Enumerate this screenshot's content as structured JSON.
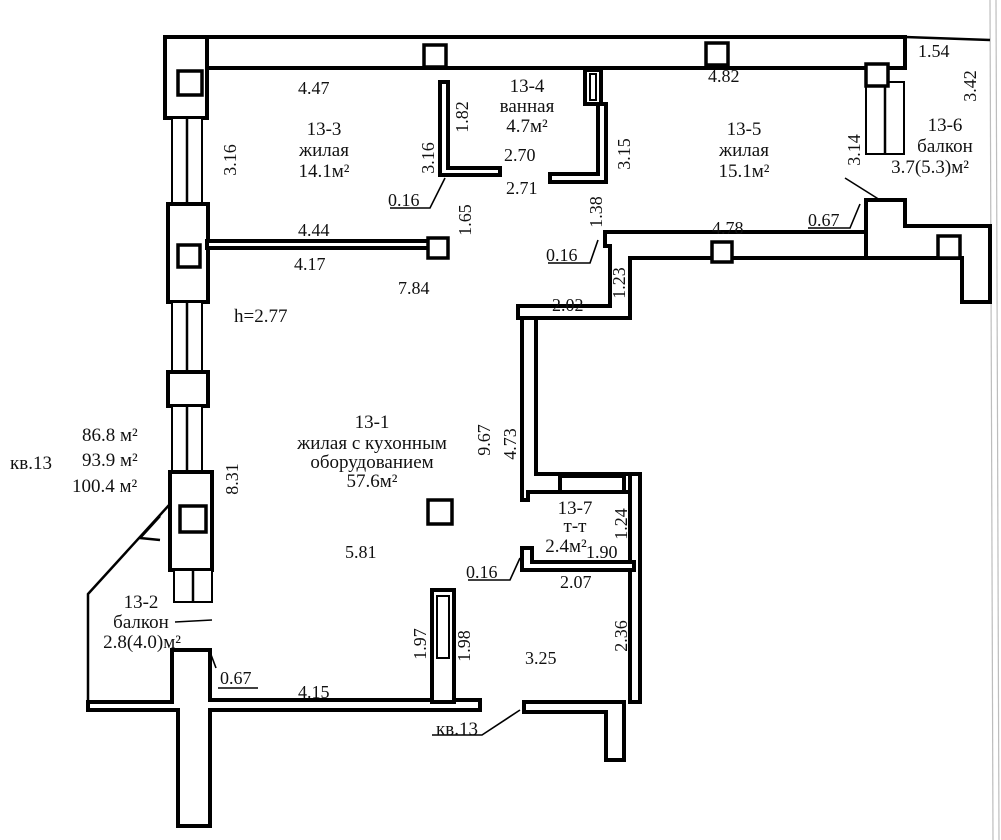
{
  "apartment": {
    "label": "кв.13",
    "areas": [
      "86.8 м²",
      "93.9 м²",
      "100.4 м²"
    ],
    "entrance_label": "кв.13",
    "height_label": "h=2.77"
  },
  "rooms": {
    "r13_1": {
      "id": "13-1",
      "line1": "жилая с кухонным",
      "line2": "оборудованием",
      "area": "57.6м²"
    },
    "r13_2": {
      "id": "13-2",
      "name": "балкон",
      "area": "2.8(4.0)м²"
    },
    "r13_3": {
      "id": "13-3",
      "name": "жилая",
      "area": "14.1м²"
    },
    "r13_4": {
      "id": "13-4",
      "name": "ванная",
      "area": "4.7м²"
    },
    "r13_5": {
      "id": "13-5",
      "name": "жилая",
      "area": "15.1м²"
    },
    "r13_6": {
      "id": "13-6",
      "name": "балкон",
      "area": "3.7(5.3)м²"
    },
    "r13_7": {
      "id": "13-7",
      "name": "т-т",
      "area": "2.4м²"
    }
  },
  "dimensions": {
    "d447": "4.47",
    "d482": "4.82",
    "d154": "1.54",
    "d342": "3.42",
    "d316a": "3.16",
    "d316b": "3.16",
    "d182": "1.82",
    "d270": "2.70",
    "d315": "3.15",
    "d271": "2.71",
    "d314": "3.14",
    "d016a": "0.16",
    "d165": "1.65",
    "d138": "1.38",
    "d444": "4.44",
    "d417": "4.17",
    "d016b": "0.16",
    "d478": "4.78",
    "d067a": "0.67",
    "d123": "1.23",
    "d784": "7.84",
    "d202": "2.02",
    "d967": "9.67",
    "d473": "4.73",
    "d831": "8.31",
    "d124": "1.24",
    "d190": "1.90",
    "d581": "5.81",
    "d016c": "0.16",
    "d207": "2.07",
    "d236": "2.36",
    "d197": "1.97",
    "d198": "1.98",
    "d325": "3.25",
    "d067b": "0.67",
    "d415": "4.15"
  }
}
